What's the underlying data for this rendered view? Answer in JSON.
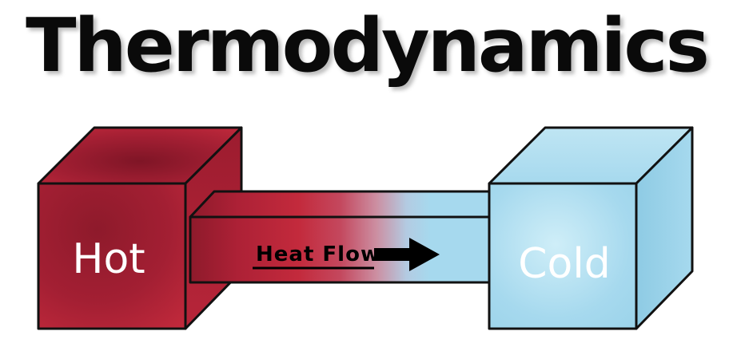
{
  "title": "Thermodynamics",
  "diagram": {
    "hot_cube_label": "Hot",
    "cold_cube_label": "Cold",
    "flow_label": "Heat Flow",
    "flow_direction": "left-to-right"
  },
  "icons": {
    "flow_arrow": "right-arrow-icon"
  },
  "colors": {
    "hot": "#c32a3c",
    "hot_dark": "#8e1a2b",
    "hot_shade": "#a31f33",
    "cold": "#a6d9ee",
    "cold_light": "#cfeef8",
    "cold_shade": "#8ecbe4",
    "outline": "#111111",
    "label_text": "#ffffff",
    "arrow": "#000000",
    "title_text": "#0a0a0a",
    "background": "#ffffff"
  }
}
